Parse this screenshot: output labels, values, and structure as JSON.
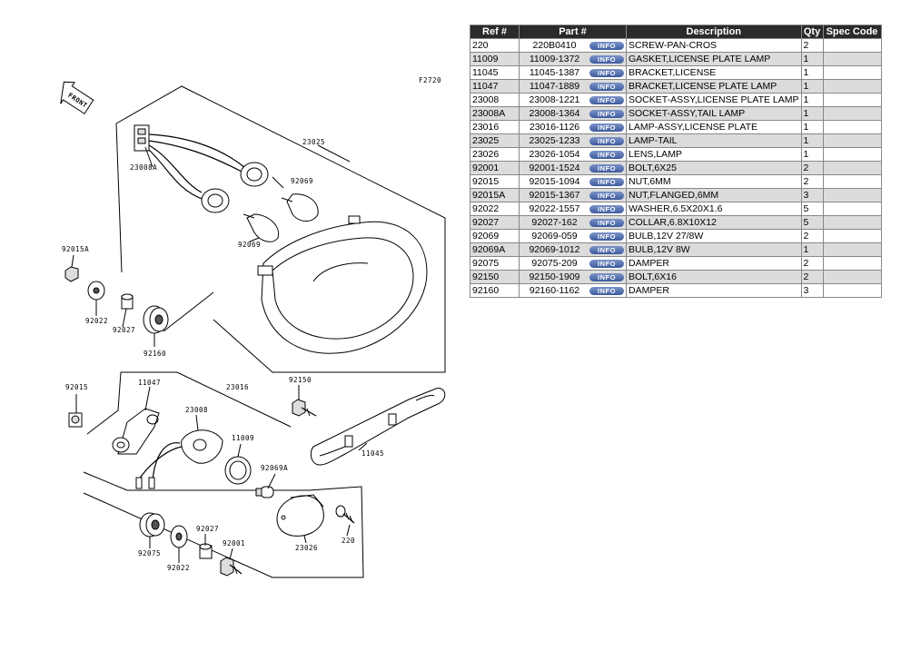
{
  "diagram": {
    "figure_code": "F2720",
    "front_label": "FRONT",
    "callouts": [
      "23025",
      "23008A",
      "92069",
      "92069",
      "92015A",
      "92022",
      "92027",
      "92160",
      "92015",
      "11047",
      "23016",
      "23008",
      "11009",
      "92150",
      "11045",
      "92069A",
      "92075",
      "92022",
      "92027",
      "92001",
      "23026",
      "220"
    ]
  },
  "table": {
    "headers": {
      "ref": "Ref #",
      "part": "Part #",
      "desc": "Description",
      "qty": "Qty",
      "spec": "Spec Code"
    },
    "info_label": "INFO",
    "rows": [
      {
        "ref": "220",
        "part": "220B0410",
        "desc": "SCREW-PAN-CROS",
        "qty": "2",
        "spec": ""
      },
      {
        "ref": "11009",
        "part": "11009-1372",
        "desc": "GASKET,LICENSE PLATE LAMP",
        "qty": "1",
        "spec": ""
      },
      {
        "ref": "11045",
        "part": "11045-1387",
        "desc": "BRACKET,LICENSE",
        "qty": "1",
        "spec": ""
      },
      {
        "ref": "11047",
        "part": "11047-1889",
        "desc": "BRACKET,LICENSE PLATE LAMP",
        "qty": "1",
        "spec": ""
      },
      {
        "ref": "23008",
        "part": "23008-1221",
        "desc": "SOCKET-ASSY,LICENSE PLATE LAMP",
        "qty": "1",
        "spec": ""
      },
      {
        "ref": "23008A",
        "part": "23008-1364",
        "desc": "SOCKET-ASSY,TAIL LAMP",
        "qty": "1",
        "spec": ""
      },
      {
        "ref": "23016",
        "part": "23016-1126",
        "desc": "LAMP-ASSY,LICENSE PLATE",
        "qty": "1",
        "spec": ""
      },
      {
        "ref": "23025",
        "part": "23025-1233",
        "desc": "LAMP-TAIL",
        "qty": "1",
        "spec": ""
      },
      {
        "ref": "23026",
        "part": "23026-1054",
        "desc": "LENS,LAMP",
        "qty": "1",
        "spec": ""
      },
      {
        "ref": "92001",
        "part": "92001-1524",
        "desc": "BOLT,6X25",
        "qty": "2",
        "spec": ""
      },
      {
        "ref": "92015",
        "part": "92015-1094",
        "desc": "NUT,6MM",
        "qty": "2",
        "spec": ""
      },
      {
        "ref": "92015A",
        "part": "92015-1367",
        "desc": "NUT,FLANGED,6MM",
        "qty": "3",
        "spec": ""
      },
      {
        "ref": "92022",
        "part": "92022-1557",
        "desc": "WASHER,6.5X20X1.6",
        "qty": "5",
        "spec": ""
      },
      {
        "ref": "92027",
        "part": "92027-162",
        "desc": "COLLAR,6.8X10X12",
        "qty": "5",
        "spec": ""
      },
      {
        "ref": "92069",
        "part": "92069-059",
        "desc": "BULB,12V 27/8W",
        "qty": "2",
        "spec": ""
      },
      {
        "ref": "92069A",
        "part": "92069-1012",
        "desc": "BULB,12V 8W",
        "qty": "1",
        "spec": ""
      },
      {
        "ref": "92075",
        "part": "92075-209",
        "desc": "DAMPER",
        "qty": "2",
        "spec": ""
      },
      {
        "ref": "92150",
        "part": "92150-1909",
        "desc": "BOLT,6X16",
        "qty": "2",
        "spec": ""
      },
      {
        "ref": "92160",
        "part": "92160-1162",
        "desc": "DAMPER",
        "qty": "3",
        "spec": ""
      }
    ]
  }
}
